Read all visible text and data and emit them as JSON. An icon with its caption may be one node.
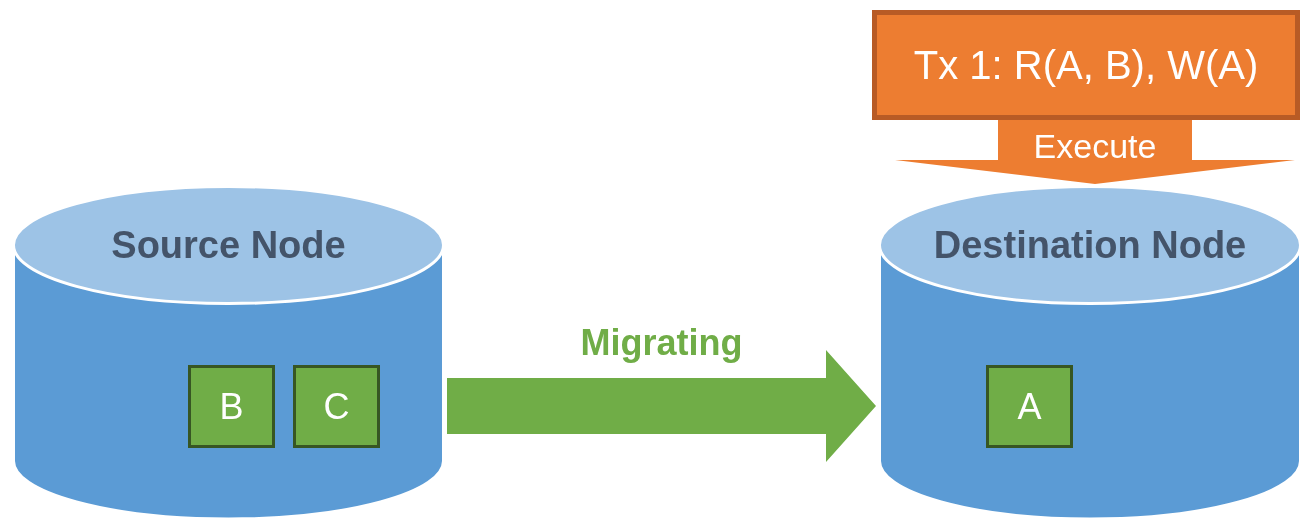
{
  "diagram": {
    "nodes": [
      {
        "text": [
          "Source Node"
        ]
      },
      {
        "text": [
          "B"
        ],
        "in": 0
      },
      {
        "text": [
          "C"
        ],
        "in": 0
      },
      {
        "text": [
          "Destination Node"
        ]
      },
      {
        "text": [
          "A"
        ],
        "in": 3
      },
      {
        "text": [
          "Tx 1: R(A, B), W(A)"
        ]
      }
    ],
    "edges": [
      {
        "from": 0,
        "to": 3,
        "arrow": "to",
        "label": "Migrating",
        "style": "thick",
        "color": "#70ad47"
      },
      {
        "from": 5,
        "to": 3,
        "arrow": "to",
        "label": "Execute",
        "style": "thick",
        "color": "#ed7d31"
      }
    ]
  }
}
